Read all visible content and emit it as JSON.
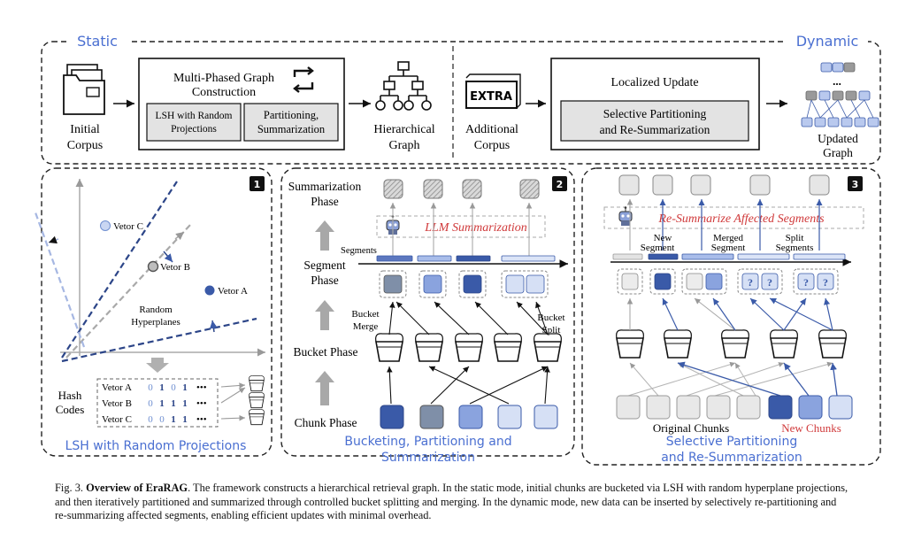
{
  "top": {
    "static_label": "Static",
    "dynamic_label": "Dynamic",
    "initial_corpus": [
      "Initial",
      "Corpus"
    ],
    "multi_phase": [
      "Multi-Phased Graph",
      "Construction"
    ],
    "lsh_box": [
      "LSH with Random",
      "Projections"
    ],
    "partition_box": [
      "Partitioning,",
      "Summarization"
    ],
    "hierarchical_graph": [
      "Hierarchical",
      "Graph"
    ],
    "extra": "EXTRA",
    "additional_corpus": [
      "Additional",
      "Corpus"
    ],
    "localized_update": "Localized Update",
    "selective_box": [
      "Selective Partitioning",
      "and Re-Summarization"
    ],
    "ellipsis": "...",
    "updated_graph": [
      "Updated",
      "Graph"
    ]
  },
  "panel1": {
    "badge": "1",
    "vector_c": "Vetor C",
    "vector_b": "Vetor B",
    "vector_a": "Vetor A",
    "random_hyperplanes": [
      "Random",
      "Hyperplanes"
    ],
    "hash_codes": [
      "Hash",
      "Codes"
    ],
    "rows": [
      {
        "label": "Vetor A",
        "bits": [
          "0",
          "1",
          "0",
          "1"
        ]
      },
      {
        "label": "Vetor B",
        "bits": [
          "0",
          "1",
          "1",
          "1"
        ]
      },
      {
        "label": "Vetor C",
        "bits": [
          "0",
          "0",
          "1",
          "1"
        ]
      }
    ],
    "dots": "•••",
    "title": "LSH with Random Projections"
  },
  "panel2": {
    "badge": "2",
    "summarization_phase": [
      "Summarization",
      "Phase"
    ],
    "llm_summarization": "LLM Summarization",
    "segments": "Segments",
    "segment_phase": [
      "Segment",
      "Phase"
    ],
    "bucket_merge": [
      "Bucket",
      "Merge"
    ],
    "bucket_split": [
      "Bucket",
      "Split"
    ],
    "bucket_phase": "Bucket Phase",
    "chunk_phase": "Chunk Phase",
    "title": [
      "Bucketing, Partitioning and",
      "Summarization"
    ]
  },
  "panel3": {
    "badge": "3",
    "resummarize": "Re-Summarize Affected Segments",
    "new_segment": [
      "New",
      "Segment"
    ],
    "merged_segment": [
      "Merged",
      "Segment"
    ],
    "split_segments": [
      "Split",
      "Segments"
    ],
    "question": "?",
    "original_chunks": "Original Chunks",
    "new_chunks": "New Chunks",
    "title": [
      "Selective Partitioning",
      "and Re-Summarization"
    ]
  },
  "caption": {
    "fig": "Fig. 3.",
    "bold": "Overview of EraRAG",
    "text": ". The framework constructs a hierarchical retrieval graph. In the static mode, initial chunks are bucketed via LSH with random hyperplane projections, and then iteratively partitioned and summarized through controlled bucket splitting and merging. In the dynamic mode, new data can be inserted by selectively re-partitioning and re-summarizing affected segments, enabling efficient updates with minimal overhead."
  },
  "colors": {
    "blue_dark": "#3a5aa8",
    "blue_mid": "#6f8fd0",
    "blue_light": "#c9d6f2",
    "label_blue": "#4a6fd1",
    "red": "#d0393a",
    "gray": "#7e7e7e"
  }
}
